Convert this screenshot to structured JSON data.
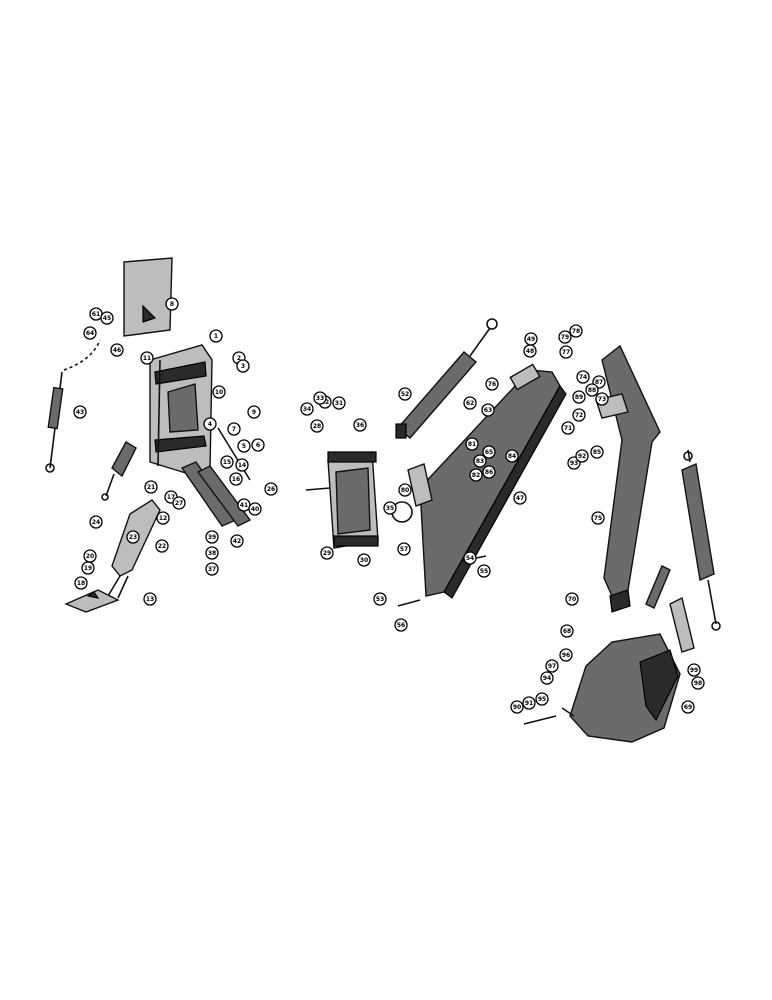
{
  "diagram": {
    "callouts": [
      {
        "label": "8"
      },
      {
        "label": "61"
      },
      {
        "label": "45"
      },
      {
        "label": "64"
      },
      {
        "label": "46"
      },
      {
        "label": "1"
      },
      {
        "label": "11"
      },
      {
        "label": "2"
      },
      {
        "label": "3"
      },
      {
        "label": "43"
      },
      {
        "label": "4"
      },
      {
        "label": "10"
      },
      {
        "label": "9"
      },
      {
        "label": "7"
      },
      {
        "label": "6"
      },
      {
        "label": "5"
      },
      {
        "label": "21"
      },
      {
        "label": "15"
      },
      {
        "label": "14"
      },
      {
        "label": "16"
      },
      {
        "label": "17"
      },
      {
        "label": "27"
      },
      {
        "label": "41"
      },
      {
        "label": "26"
      },
      {
        "label": "40"
      },
      {
        "label": "42"
      },
      {
        "label": "39"
      },
      {
        "label": "38"
      },
      {
        "label": "37"
      },
      {
        "label": "22"
      },
      {
        "label": "12"
      },
      {
        "label": "24"
      },
      {
        "label": "23"
      },
      {
        "label": "20"
      },
      {
        "label": "19"
      },
      {
        "label": "18"
      },
      {
        "label": "13"
      },
      {
        "label": "28"
      },
      {
        "label": "34"
      },
      {
        "label": "32"
      },
      {
        "label": "33"
      },
      {
        "label": "31"
      },
      {
        "label": "36"
      },
      {
        "label": "29"
      },
      {
        "label": "30"
      },
      {
        "label": "35"
      },
      {
        "label": "52"
      },
      {
        "label": "53"
      },
      {
        "label": "56"
      },
      {
        "label": "57"
      },
      {
        "label": "49"
      },
      {
        "label": "48"
      },
      {
        "label": "62"
      },
      {
        "label": "63"
      },
      {
        "label": "65"
      },
      {
        "label": "47"
      },
      {
        "label": "76"
      },
      {
        "label": "79"
      },
      {
        "label": "78"
      },
      {
        "label": "77"
      },
      {
        "label": "74"
      },
      {
        "label": "72"
      },
      {
        "label": "84"
      },
      {
        "label": "83"
      },
      {
        "label": "82"
      },
      {
        "label": "81"
      },
      {
        "label": "80"
      },
      {
        "label": "86"
      },
      {
        "label": "54"
      },
      {
        "label": "55"
      },
      {
        "label": "87"
      },
      {
        "label": "88"
      },
      {
        "label": "89"
      },
      {
        "label": "73"
      },
      {
        "label": "71"
      },
      {
        "label": "85"
      },
      {
        "label": "75"
      },
      {
        "label": "93"
      },
      {
        "label": "92"
      },
      {
        "label": "70"
      },
      {
        "label": "68"
      },
      {
        "label": "96"
      },
      {
        "label": "97"
      },
      {
        "label": "94"
      },
      {
        "label": "95"
      },
      {
        "label": "90"
      },
      {
        "label": "91"
      },
      {
        "label": "69"
      },
      {
        "label": "99"
      },
      {
        "label": "98"
      }
    ]
  }
}
